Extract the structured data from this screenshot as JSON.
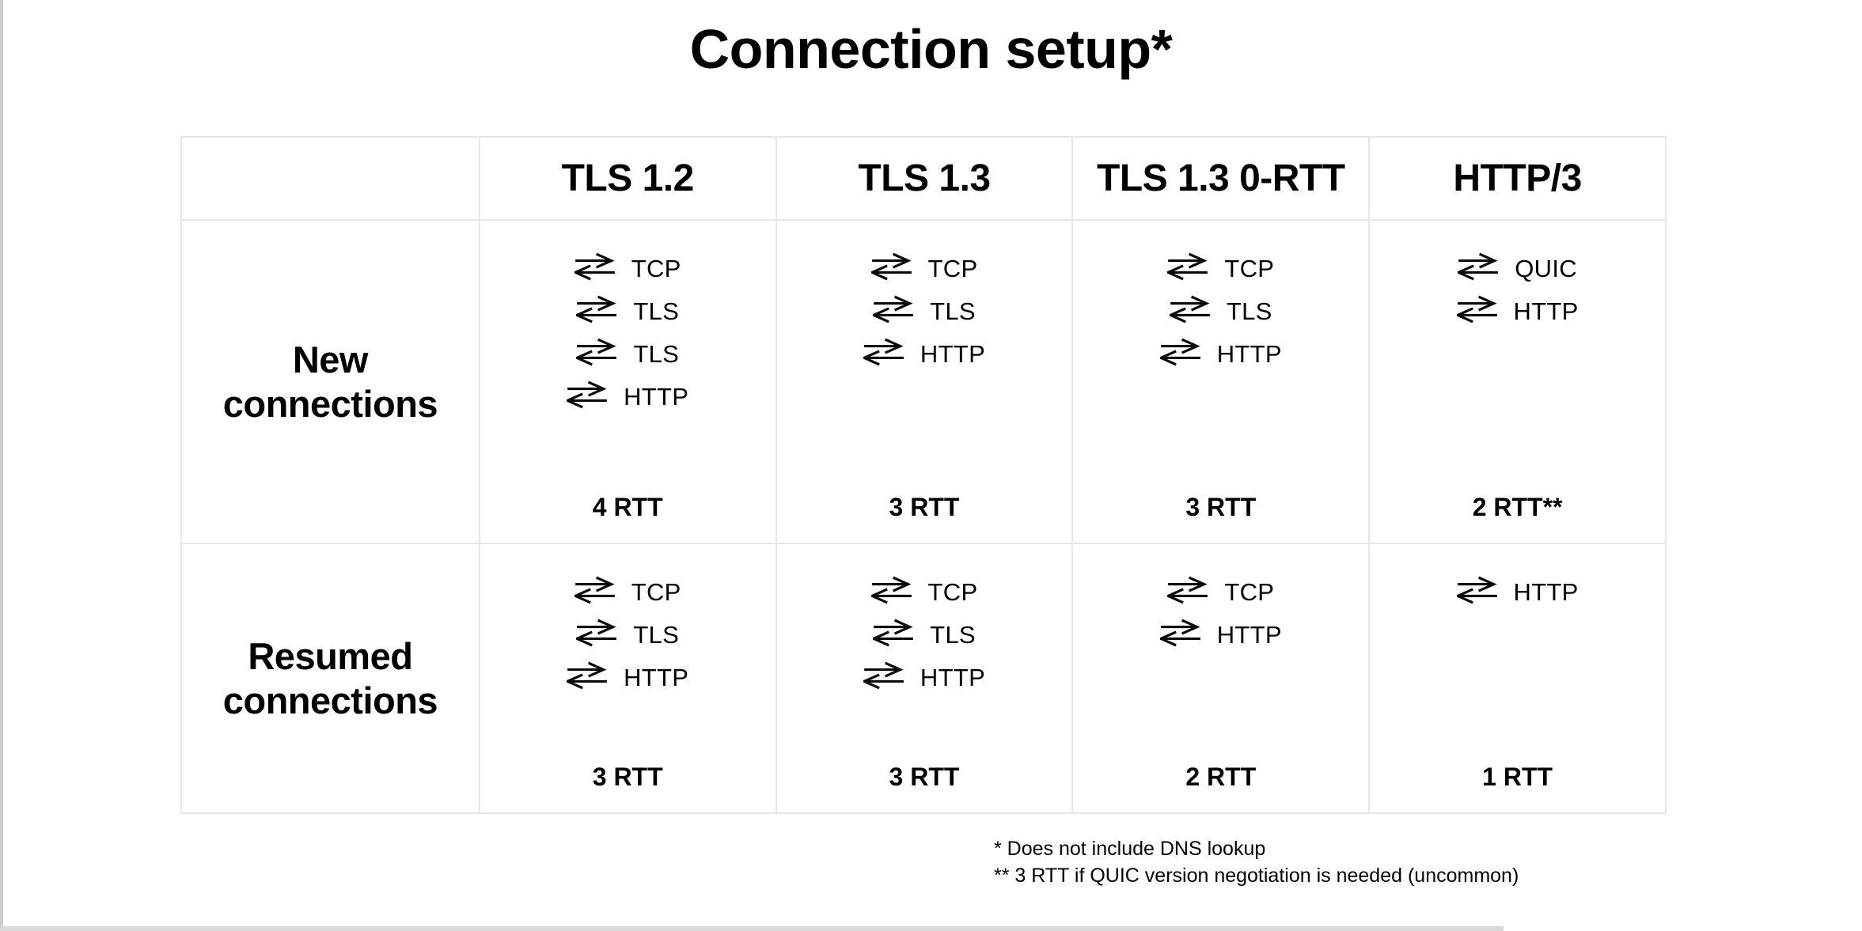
{
  "title": "Connection setup*",
  "table": {
    "corner_label": "",
    "columns": [
      "TLS 1.2",
      "TLS 1.3",
      "TLS 1.3 0-RTT",
      "HTTP/3"
    ],
    "rows": [
      {
        "label": "New connections",
        "cells": [
          {
            "hops": [
              "TCP",
              "TLS",
              "TLS",
              "HTTP"
            ],
            "rtt": "4 RTT"
          },
          {
            "hops": [
              "TCP",
              "TLS",
              "HTTP"
            ],
            "rtt": "3 RTT"
          },
          {
            "hops": [
              "TCP",
              "TLS",
              "HTTP"
            ],
            "rtt": "3 RTT"
          },
          {
            "hops": [
              "QUIC",
              "HTTP"
            ],
            "rtt": "2 RTT**"
          }
        ]
      },
      {
        "label": "Resumed connections",
        "cells": [
          {
            "hops": [
              "TCP",
              "TLS",
              "HTTP"
            ],
            "rtt": "3 RTT"
          },
          {
            "hops": [
              "TCP",
              "TLS",
              "HTTP"
            ],
            "rtt": "3 RTT"
          },
          {
            "hops": [
              "TCP",
              "HTTP"
            ],
            "rtt": "2 RTT"
          },
          {
            "hops": [
              "HTTP"
            ],
            "rtt": "1 RTT"
          }
        ]
      }
    ]
  },
  "footnotes": [
    "* Does not include DNS lookup",
    "** 3 RTT if QUIC version negotiation is needed (uncommon)"
  ],
  "icons": {
    "round_trip": "round-trip-arrows-icon"
  },
  "colors": {
    "text": "#000000",
    "table_border": "#e7e7e7",
    "background": "#ffffff",
    "edge_line": "#cdcdcd",
    "bottom_bar": "#d9d9d9"
  }
}
